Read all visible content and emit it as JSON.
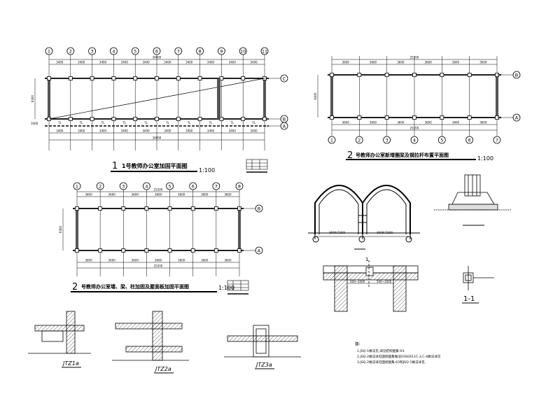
{
  "plan1": {
    "title": "1号教师办公室加固平面图",
    "number": "1",
    "scale": "1:100",
    "axes": [
      "1",
      "2",
      "3",
      "4",
      "5",
      "6",
      "7",
      "8",
      "9",
      "10",
      "11"
    ],
    "rows": [
      "C",
      "B",
      "A"
    ],
    "bay": "3400",
    "total": "34000",
    "depth": "6400",
    "corridor": "1000",
    "beam_label": "TL"
  },
  "plan2": {
    "title": "号教师办公室新增圈梁及钢拉杆布置平面图",
    "number": "2",
    "scale": "1:100",
    "axes": [
      "1",
      "2",
      "3",
      "4",
      "5",
      "6",
      "7"
    ],
    "rows": [
      "B",
      "A"
    ],
    "bay": "3600",
    "total": "25200",
    "depth": "6400"
  },
  "plan3": {
    "title": "号教师办公室墙、梁、柱加固及屋面板加固平面图",
    "number": "2",
    "scale": "1:100",
    "axes": [
      "1",
      "2",
      "3",
      "4",
      "5",
      "6",
      "7",
      "8"
    ],
    "rows": [
      "B",
      "A"
    ],
    "bay": "3600",
    "total": "25200",
    "depth": "6400"
  },
  "details": {
    "jtz1": "JTZ1a",
    "jtz2": "JTZ2a",
    "jtz3": "JTZ3a",
    "section": "1-1",
    "section_mark": "1",
    "arch_span": "3600(7200)",
    "spacing": "500~1000"
  },
  "notes": {
    "heading": "注:",
    "lines": [
      "1.JSQ-1做法见,详见结构图集-03.",
      "2.JSQ-2做法详见国标图集做法03SG611C-3,C-4做法详见",
      "3.JSQ-2做法详见国标图集-03和JSQ-1做法详见."
    ]
  }
}
